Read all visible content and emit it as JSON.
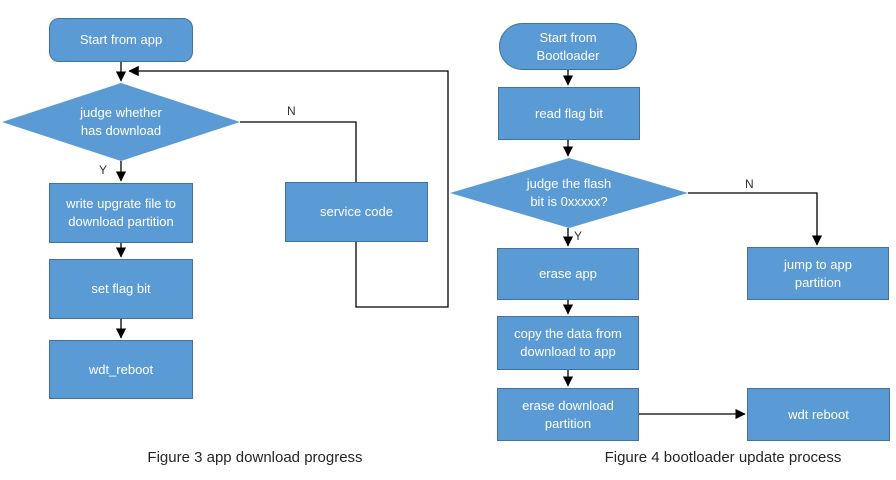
{
  "diagram": {
    "left": {
      "caption": "Figure 3 app download progress",
      "start": "Start from app",
      "judge": "judge whether\nhas download",
      "write": "write upgrate file to\ndownload partition",
      "set_flag": "set flag bit",
      "wdt": "wdt_reboot",
      "service": "service code",
      "yes": "Y",
      "no": "N"
    },
    "right": {
      "caption": "Figure 4 bootloader update process",
      "start": "Start from\nBootloader",
      "read_flag": "read flag bit",
      "judge": "judge the flash\nbit is 0xxxxx?",
      "erase_app": "erase app",
      "copy": "copy the data from\ndownload to app",
      "erase_download": "erase download\npartition",
      "wdt": "wdt reboot",
      "jump": "jump to app\npartition",
      "yes": "Y",
      "no": "N"
    },
    "colors": {
      "node_fill": "#5b9bd5",
      "node_border": "#41719c",
      "connector": "#000000",
      "node_text": "#ffffff",
      "caption_text": "#262626"
    }
  }
}
